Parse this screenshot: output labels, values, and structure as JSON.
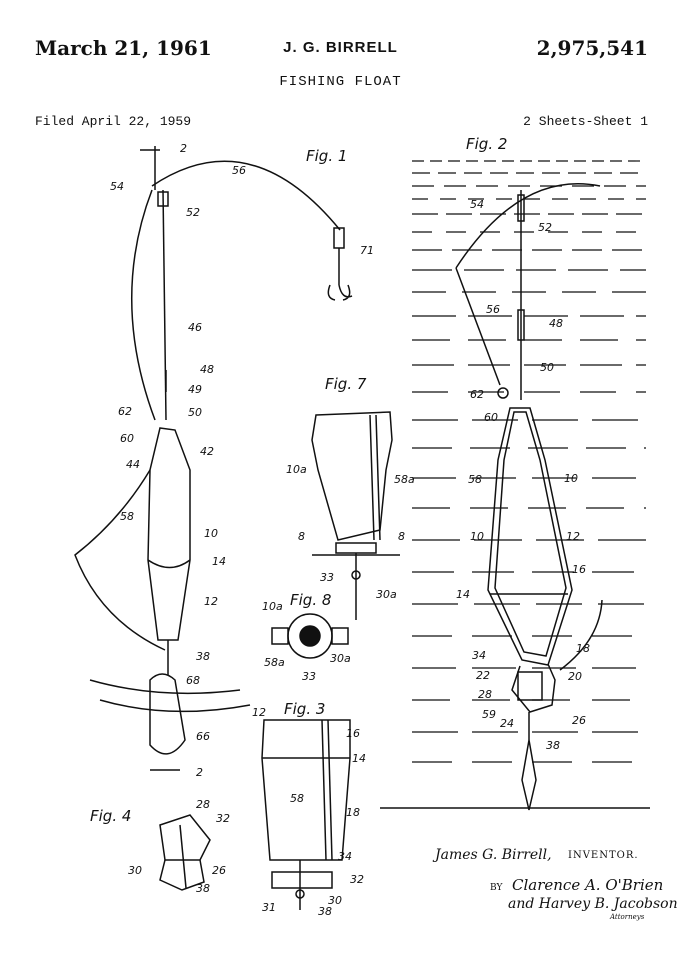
{
  "header": {
    "date": "March 21, 1961",
    "inventor_name": "J. G. BIRRELL",
    "patent_number": "2,975,541",
    "title": "FISHING FLOAT",
    "filed": "Filed April 22, 1959",
    "sheets": "2 Sheets-Sheet 1"
  },
  "figures": {
    "fig1": "Fig. 1",
    "fig2": "Fig. 2",
    "fig3": "Fig. 3",
    "fig4": "Fig. 4",
    "fig7": "Fig. 7",
    "fig8": "Fig. 8"
  },
  "labels": {
    "fig1": [
      "2",
      "56",
      "54",
      "52",
      "71",
      "46",
      "48",
      "49",
      "62",
      "50",
      "60",
      "42",
      "44",
      "58",
      "10",
      "14",
      "12",
      "38",
      "68",
      "66",
      "2"
    ],
    "fig2": [
      "54",
      "52",
      "48",
      "56",
      "50",
      "62",
      "60",
      "10",
      "58",
      "12",
      "10",
      "16",
      "14",
      "18",
      "34",
      "22",
      "20",
      "28",
      "59",
      "24",
      "26",
      "38"
    ],
    "fig3": [
      "12",
      "16",
      "14",
      "58",
      "18",
      "34",
      "32",
      "31",
      "38",
      "30"
    ],
    "fig4": [
      "28",
      "32",
      "30",
      "26",
      "38"
    ],
    "fig7": [
      "10a",
      "58a",
      "8",
      "8",
      "33",
      "30a"
    ],
    "fig8": [
      "10a",
      "58a",
      "30a",
      "33"
    ]
  },
  "signature": {
    "inventor": "James G. Birrell,",
    "inventor_role": "INVENTOR.",
    "by": "BY",
    "attorneys_line1": "Clarence A. O'Brien",
    "attorneys_line2": "and Harvey B. Jacobson",
    "attorneys_role": "Attorneys"
  }
}
